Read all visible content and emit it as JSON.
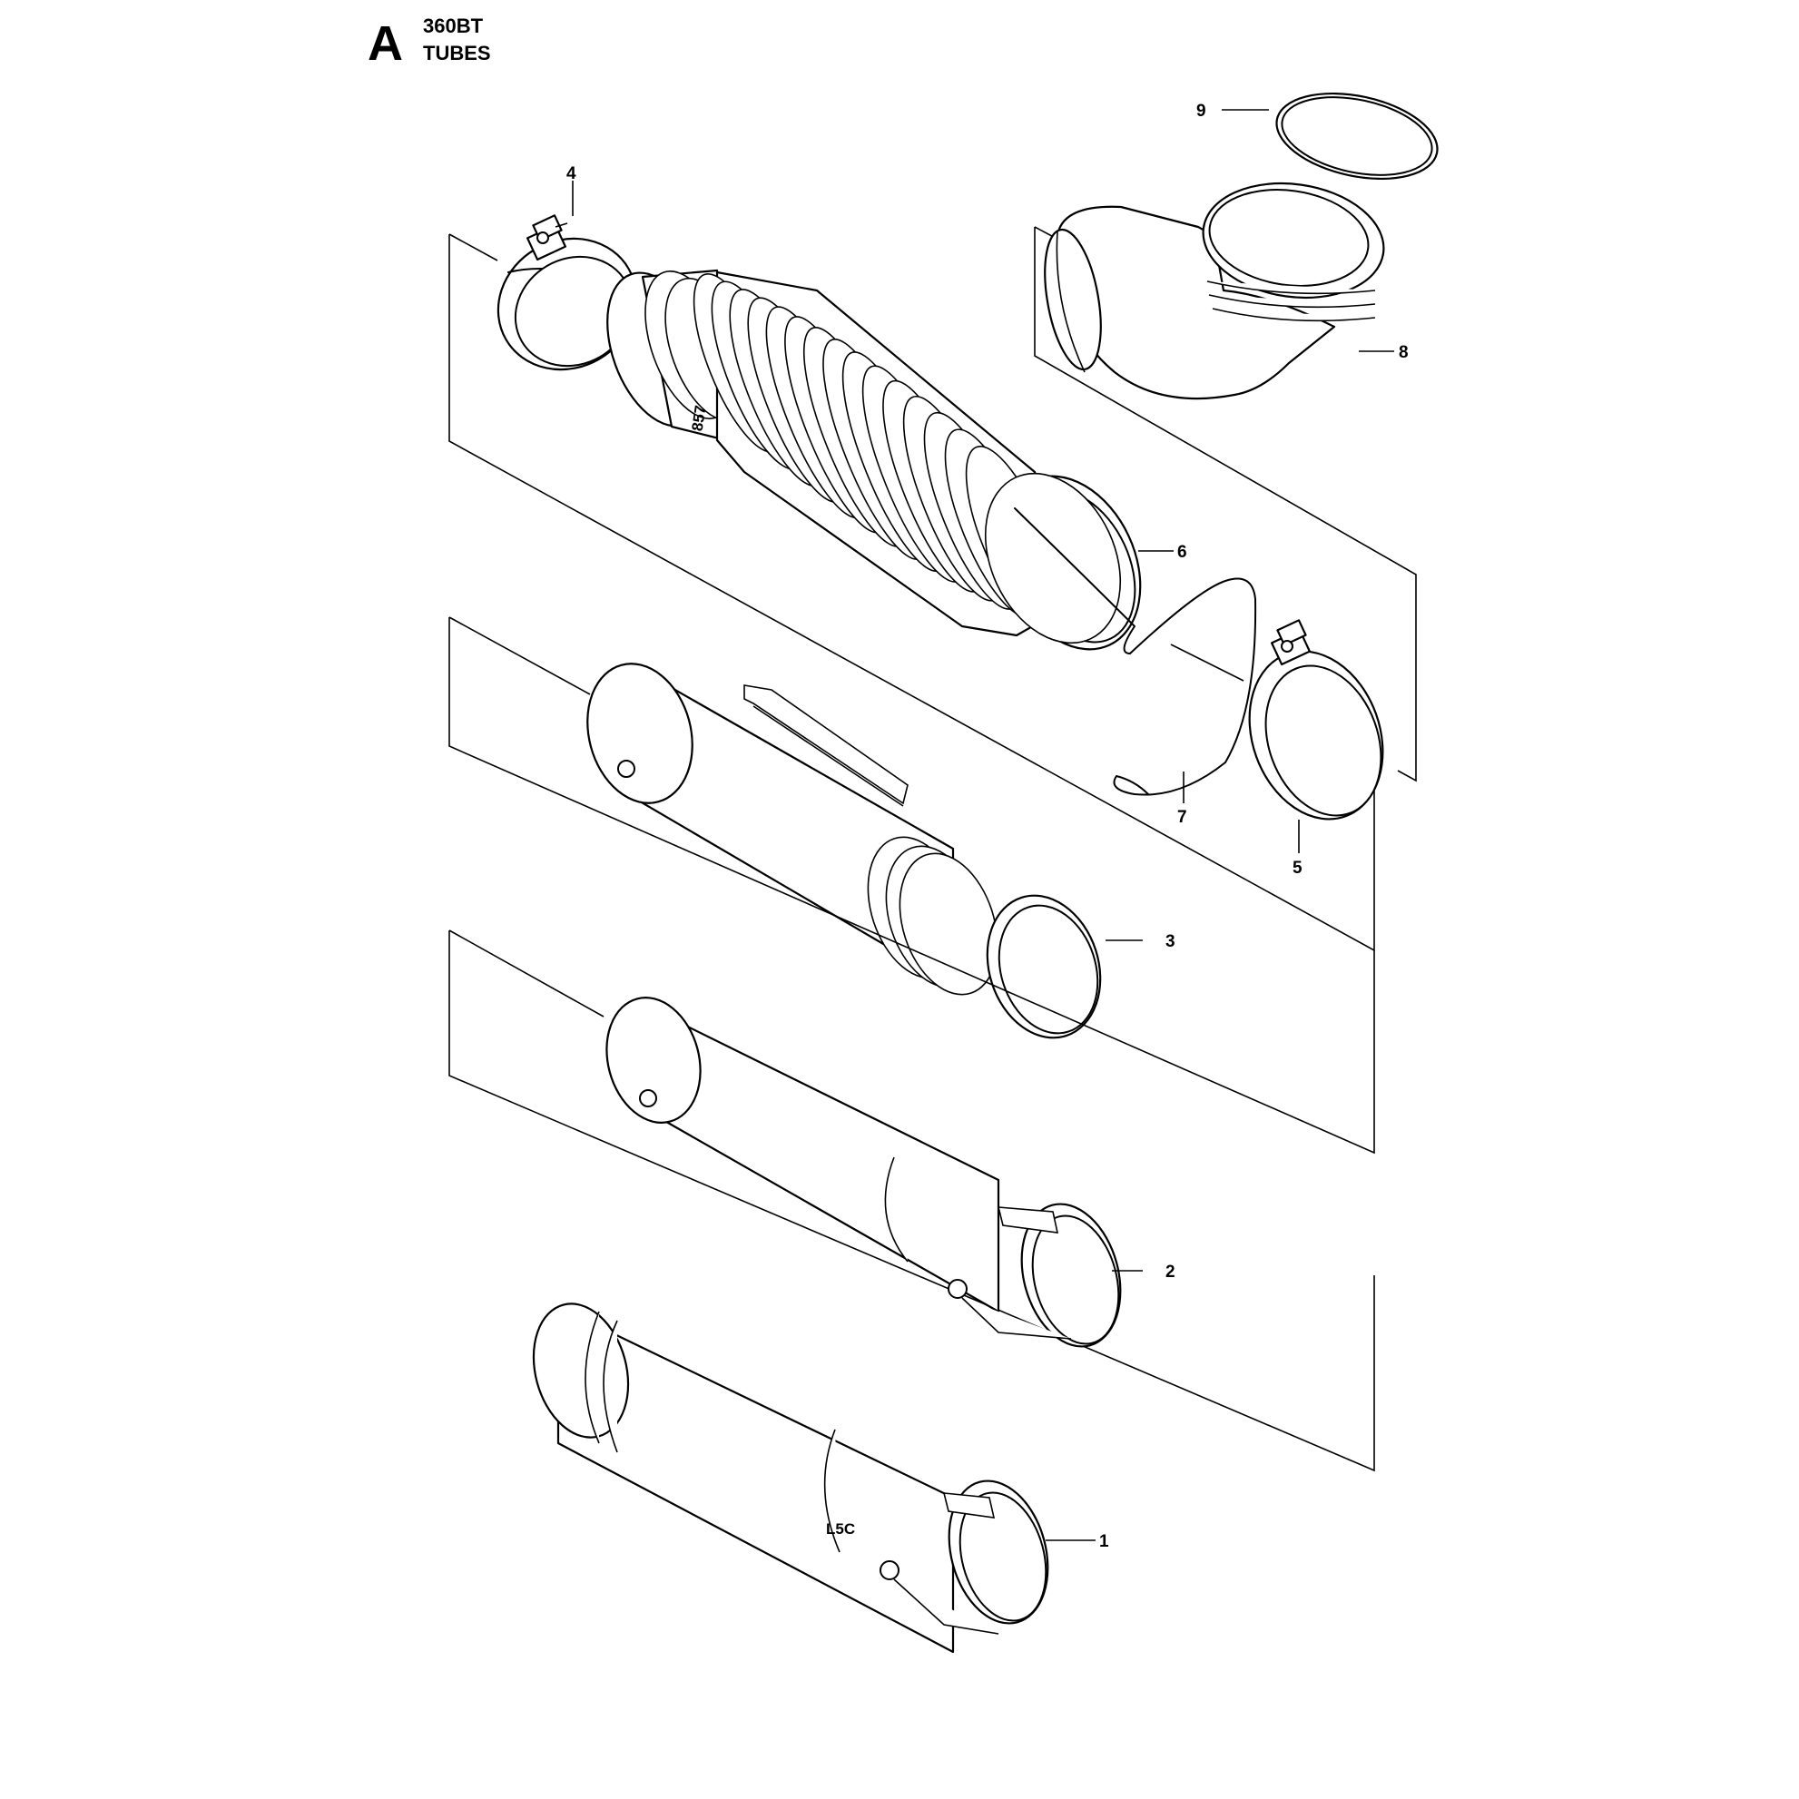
{
  "header": {
    "section_letter": "A",
    "model": "360BT",
    "title": "TUBES"
  },
  "markings": {
    "bellows_mark": "857",
    "tube1_mark": "L5C"
  },
  "callouts": [
    {
      "id": "9",
      "label": "9"
    },
    {
      "id": "4",
      "label": "4"
    },
    {
      "id": "8",
      "label": "8"
    },
    {
      "id": "6",
      "label": "6"
    },
    {
      "id": "7",
      "label": "7"
    },
    {
      "id": "5",
      "label": "5"
    },
    {
      "id": "3",
      "label": "3"
    },
    {
      "id": "2",
      "label": "2"
    },
    {
      "id": "1",
      "label": "1"
    }
  ]
}
